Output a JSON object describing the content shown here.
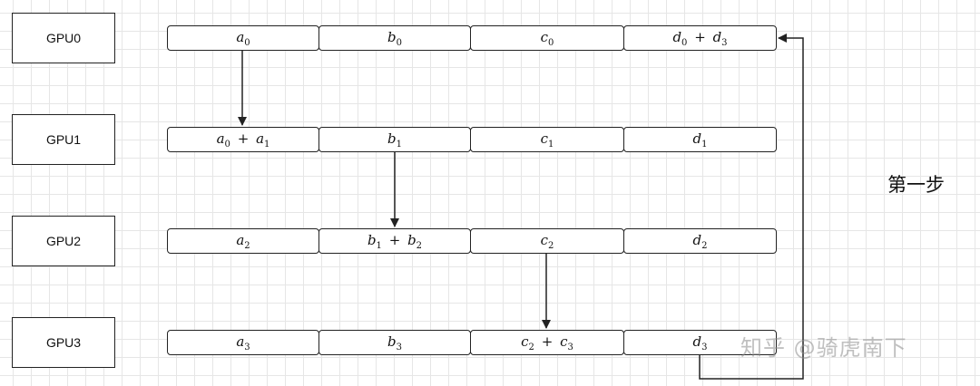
{
  "gpus": [
    {
      "label": "GPU0",
      "cells": [
        "a0",
        "b0",
        "c0",
        "d0 + d3"
      ]
    },
    {
      "label": "GPU1",
      "cells": [
        "a0 + a1",
        "b1",
        "c1",
        "d1"
      ]
    },
    {
      "label": "GPU2",
      "cells": [
        "a2",
        "b1 + b2",
        "c2",
        "d2"
      ]
    },
    {
      "label": "GPU3",
      "cells": [
        "a3",
        "b3",
        "c2 + c3",
        "d3"
      ]
    }
  ],
  "step_label": "第一步",
  "watermark": "知乎 @骑虎南下",
  "colors": {
    "line": "#222222",
    "grid": "#e6e6e6"
  }
}
